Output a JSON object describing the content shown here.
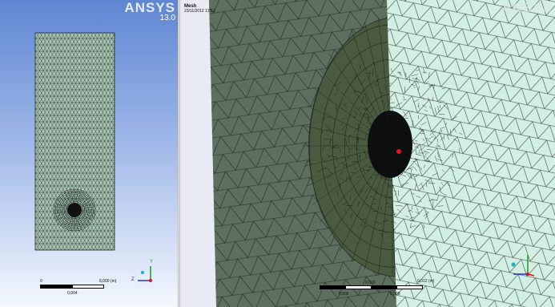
{
  "left_view": {
    "brand": "ANSYS",
    "version": "13.0",
    "scale": {
      "zero": "0",
      "max": "8,000 (m)",
      "mid": "0,004"
    },
    "triad": {
      "y": "Y",
      "z": "Z"
    }
  },
  "right_view": {
    "brand": "ANSYS",
    "title": "Mesh",
    "date": "23/11/2012 13:51",
    "scale": {
      "max": "0,012 (m)",
      "q1": "0,003",
      "q3": "0,009",
      "mid": "0,006"
    }
  },
  "colors": {
    "mesh_face": "#a8c8b8",
    "mesh_edge": "#1e2a22",
    "face_dark": "#5f7262",
    "face_light": "#d6efe6",
    "highlight_dark": "#4b5a3e",
    "point": "#e0141b",
    "axis_x": "#d11",
    "axis_y": "#1a9a2a",
    "axis_z": "#2233cc"
  }
}
